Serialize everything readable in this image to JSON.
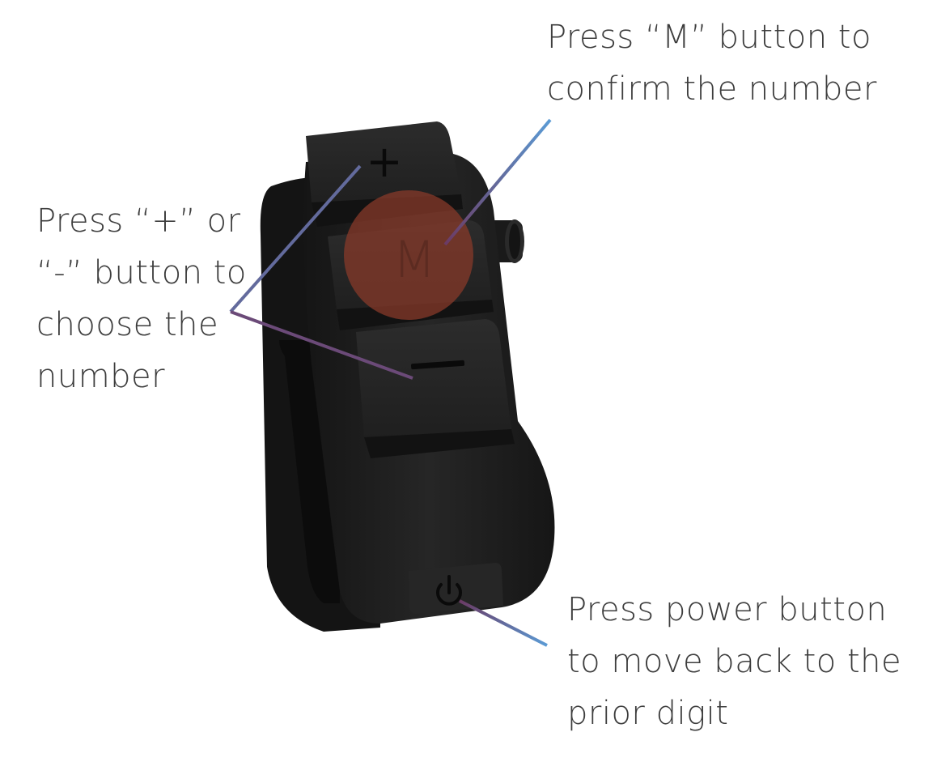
{
  "annotations": {
    "m_button": {
      "lines": [
        "Press “M” button to",
        "confirm the number"
      ]
    },
    "plus_minus": {
      "lines": [
        "Press “+” or",
        "“-” button to",
        "choose the",
        "number"
      ]
    },
    "power_button": {
      "lines": [
        "Press power button",
        "to move back to the",
        "prior digit"
      ]
    }
  },
  "buttons": {
    "plus_glyph": "+",
    "m_glyph": "M",
    "minus_glyph": "−"
  },
  "colors": {
    "leader_start": "#5b9bd5",
    "leader_end": "#6b3a64",
    "highlight": "#8a3a2a",
    "device_body": "#1f1f1f",
    "text": "#3d3d3d"
  }
}
